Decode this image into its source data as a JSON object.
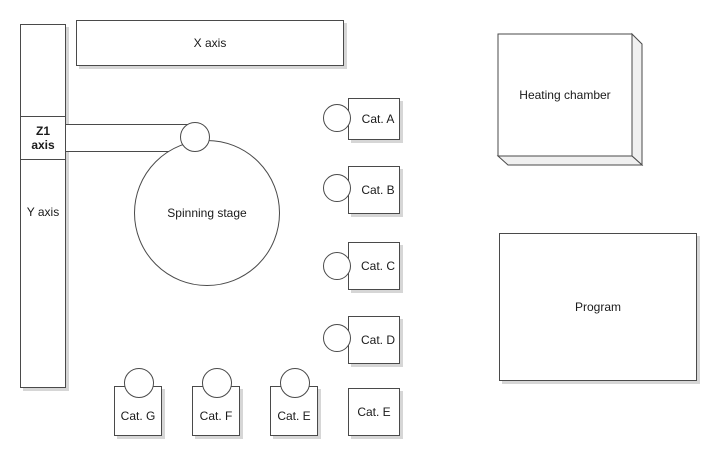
{
  "diagram": {
    "x_axis": "X axis",
    "y_axis": "Y axis",
    "z1_axis": "Z1\naxis",
    "spinning_stage": "Spinning stage",
    "heating_chamber": "Heating chamber",
    "program": "Program",
    "cat_right": [
      "Cat. A",
      "Cat. B",
      "Cat. C",
      "Cat. D"
    ],
    "cat_right_bottom": "Cat. E",
    "cat_bottom": [
      "Cat. G",
      "Cat. F",
      "Cat. E"
    ]
  }
}
